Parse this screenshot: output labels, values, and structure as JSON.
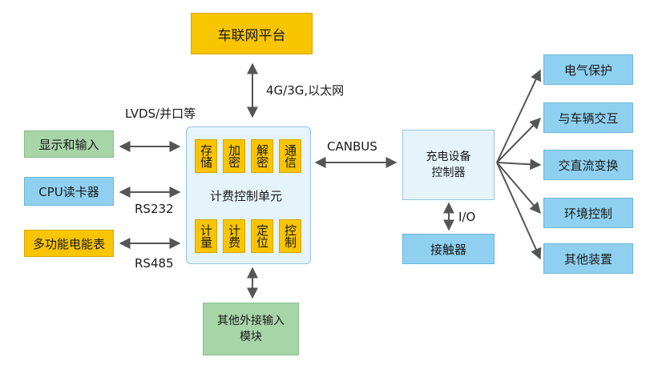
{
  "platform": "车联网平台",
  "network_label": "4G/3G,以太网",
  "lvds_label": "LVDS/并口等",
  "left_boxes": {
    "display": "显示和输入",
    "cpu": "CPU读卡器",
    "meter": "多功能电能表"
  },
  "rs232": "RS232",
  "rs485": "RS485",
  "billing_unit": {
    "title": "计费控制单元",
    "top_cells": [
      "存储",
      "加密",
      "解密",
      "通信"
    ],
    "bottom_cells": [
      "计量",
      "计费",
      "定位",
      "控制"
    ]
  },
  "canbus": "CANBUS",
  "charger": "充电设备\n控制器",
  "io_label": "I/O",
  "contactor": "接触器",
  "other_module": "其他外接输入\n模块",
  "right_boxes": [
    "电气保护",
    "与车辆交互",
    "交直流变换",
    "环境控制",
    "其他装置"
  ],
  "colors": {
    "yellow": "#f9c400",
    "blue": "#8fd0f0",
    "green": "#a7d5a8",
    "pale": "#e5f4fb"
  }
}
